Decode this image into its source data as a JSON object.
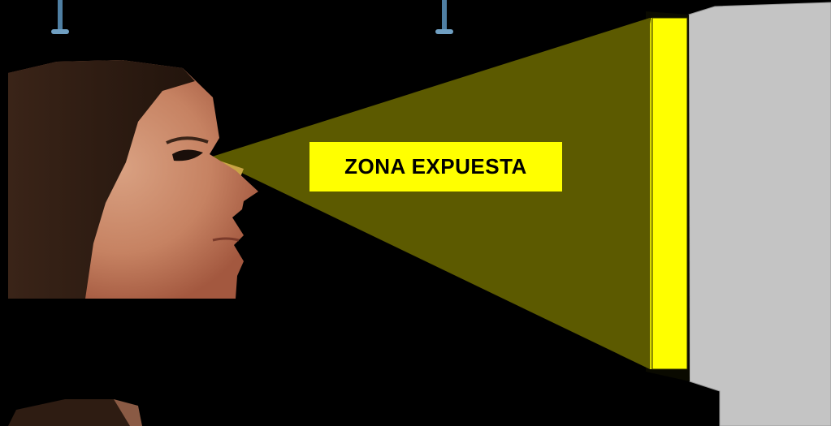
{
  "scene": {
    "label": "ZONA EXPUESTA",
    "colors": {
      "background": "#000000",
      "exposure_cone": "#5c5a00",
      "eye_glint": "#c9a544",
      "screen_face": "#ffff00",
      "monitor_body": "#c4c4c4",
      "skin": "#c98a6c",
      "hair": "#2e1c12",
      "lamp": "#3c6a8a"
    },
    "icons": [
      "person-profile",
      "monitor-screen",
      "ceiling-lamp"
    ]
  }
}
